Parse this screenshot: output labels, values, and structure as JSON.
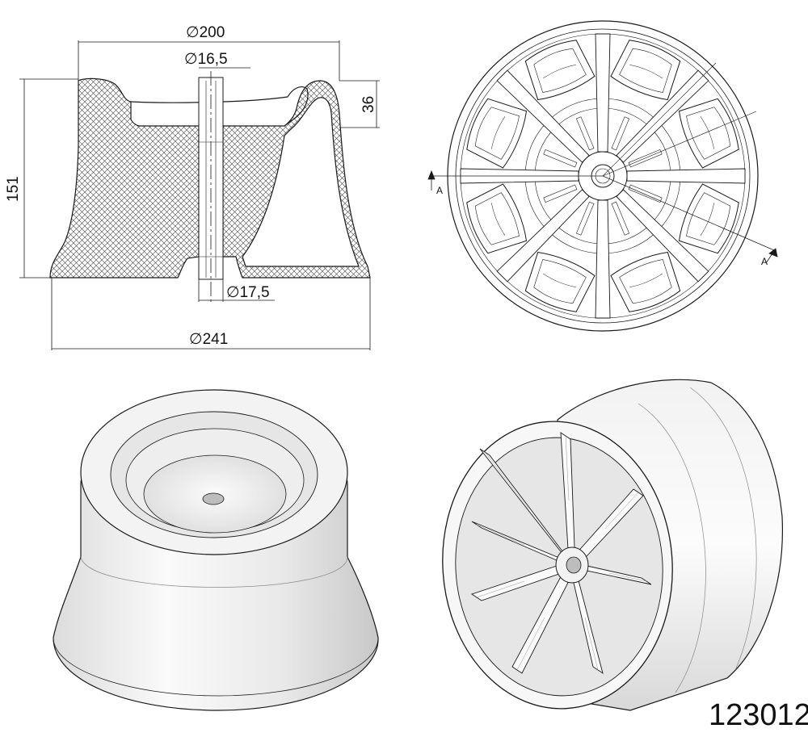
{
  "section_view": {
    "dimensions": {
      "outer_top_diameter": "200",
      "bore_top_diameter": "16,5",
      "rim_height": "36",
      "total_height": "151",
      "bore_bottom_diameter": "17,5",
      "base_diameter": "241"
    },
    "diameter_symbol": "∅"
  },
  "front_view": {
    "section_marker": "A",
    "spoke_count": 8
  },
  "part_number": "123012",
  "colors": {
    "line": "#1a1a1a",
    "hatch": "#444444",
    "shade_light": "#f4f4f4",
    "shade_mid": "#e2e2e2",
    "shade_dark": "#c9c9c9"
  }
}
